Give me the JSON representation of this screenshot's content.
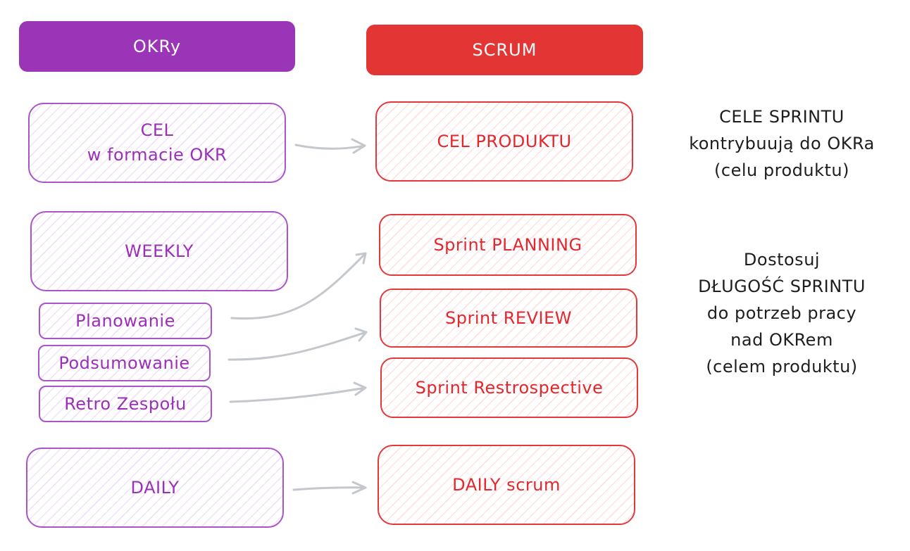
{
  "colors": {
    "okr": "#9b35b8",
    "scrum": "#e43535",
    "arrow": "#c4c8cc",
    "note": "#1e1e1e"
  },
  "headers": {
    "okr": "OKRy",
    "scrum": "SCRUM"
  },
  "okr_column": {
    "goal": [
      "CEL",
      "w formacie OKR"
    ],
    "weekly": "WEEKLY",
    "weekly_items": [
      "Planowanie",
      "Podsumowanie",
      "Retro Zespołu"
    ],
    "daily": "DAILY"
  },
  "scrum_column": {
    "product_goal": "CEL PRODUKTU",
    "sprint_planning": "Sprint PLANNING",
    "sprint_review": "Sprint REVIEW",
    "sprint_retrospective": "Sprint Restrospective",
    "daily_scrum": "DAILY scrum"
  },
  "notes": {
    "sprint_goals": [
      "CELE SPRINTU",
      "kontrybuują do OKRa",
      "(celu produktu)"
    ],
    "sprint_length": [
      "Dostosuj",
      "DŁUGOŚĆ SPRINTU",
      "do potrzeb pracy",
      "nad OKRem",
      "(celem produktu)"
    ]
  }
}
